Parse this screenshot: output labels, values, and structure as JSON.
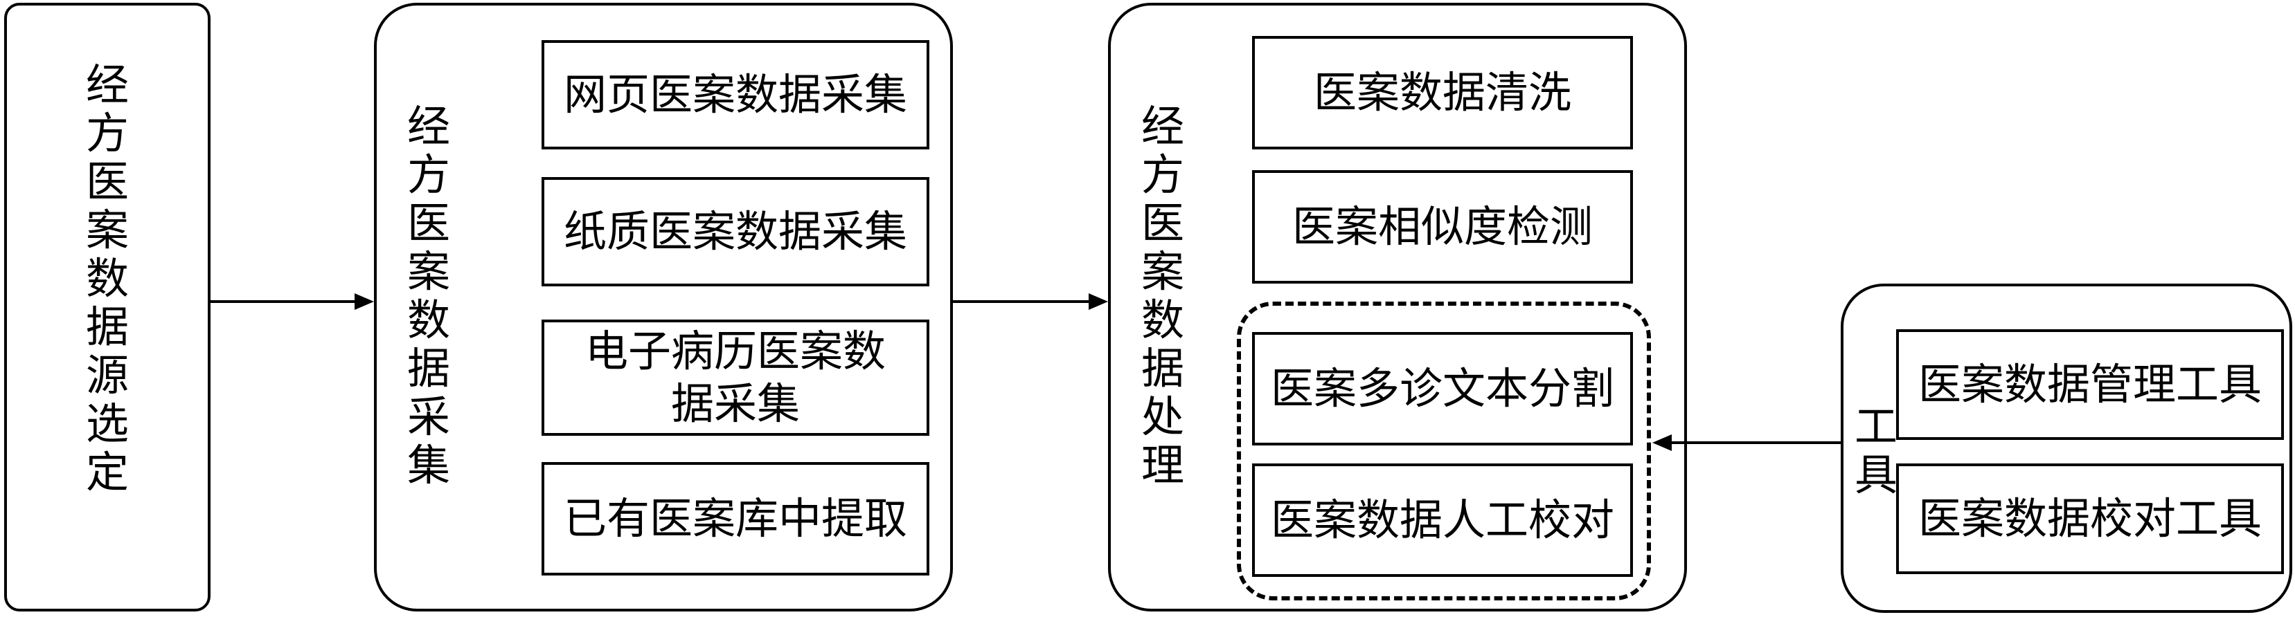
{
  "diagram": {
    "source_stage": {
      "title": "经方医案数据源选定"
    },
    "collection_stage": {
      "title": "经方医案数据采集",
      "items": [
        "网页医案数据采集",
        "纸质医案数据采集",
        "电子病历医案数据采集",
        "已有医案库中提取"
      ]
    },
    "processing_stage": {
      "title": "经方医案数据处理",
      "items": [
        "医案数据清洗",
        "医案相似度检测",
        "医案多诊文本分割",
        "医案数据人工校对"
      ]
    },
    "tools_stage": {
      "title": "工具",
      "items": [
        "医案数据管理工具",
        "医案数据校对工具"
      ]
    }
  }
}
